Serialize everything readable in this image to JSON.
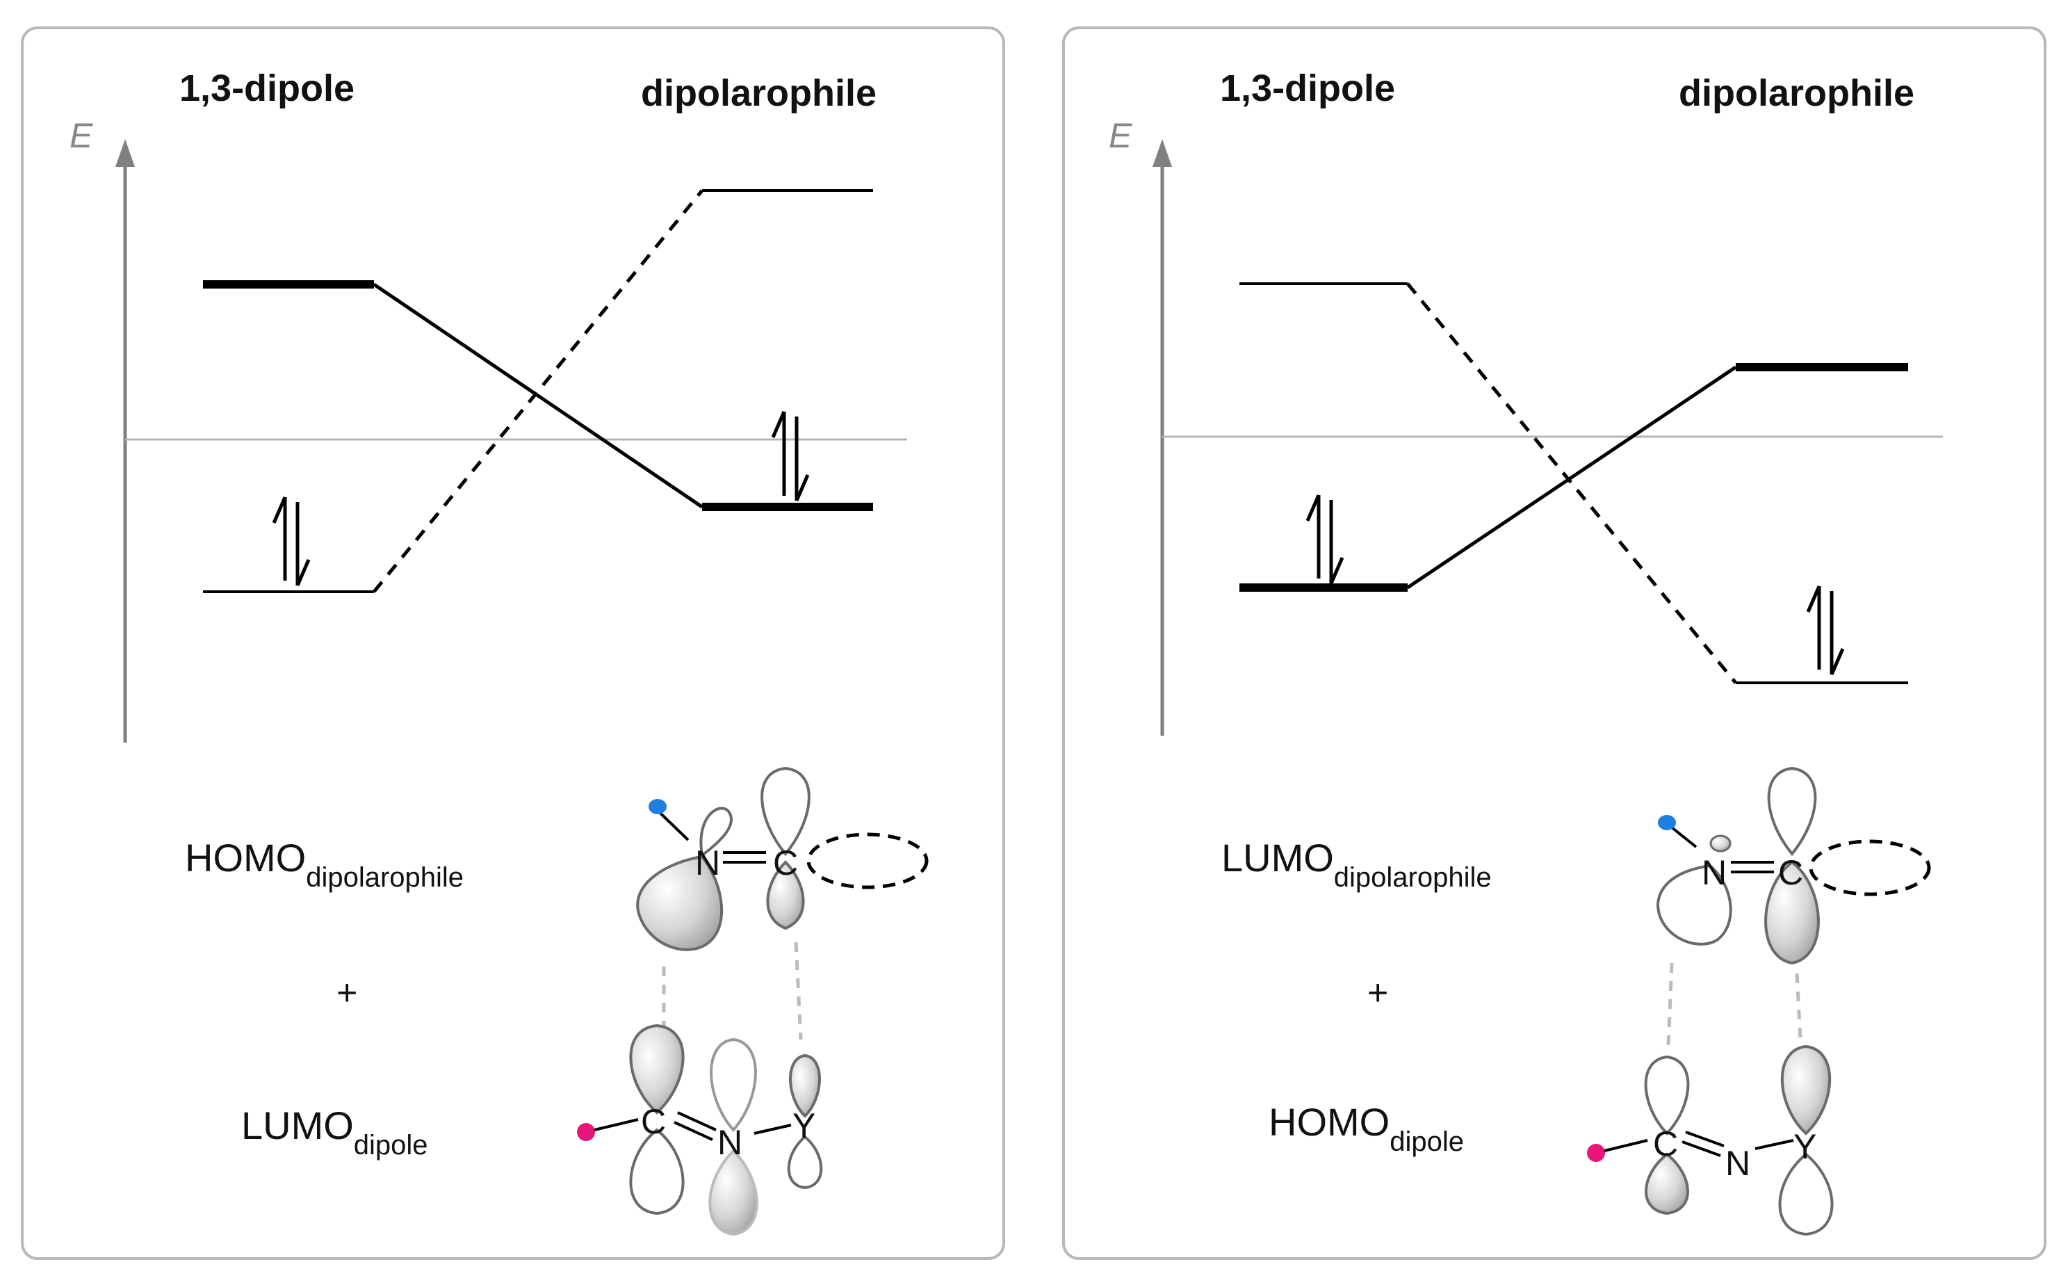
{
  "panels": [
    {
      "id": "left",
      "header_dipole": "1,3-dipole",
      "header_dipolarophile": "dipolarophile",
      "energy_axis_label": "E",
      "plus": "+",
      "top_label": {
        "main": "HOMO",
        "sub": "dipolarophile"
      },
      "bottom_label": {
        "main": "LUMO",
        "sub": "dipole"
      },
      "top_molecule_atoms": [
        "N",
        "C"
      ],
      "bottom_molecule_atoms": [
        "C",
        "N",
        "Y"
      ]
    },
    {
      "id": "right",
      "header_dipole": "1,3-dipole",
      "header_dipolarophile": "dipolarophile",
      "energy_axis_label": "E",
      "plus": "+",
      "top_label": {
        "main": "LUMO",
        "sub": "dipolarophile"
      },
      "bottom_label": {
        "main": "HOMO",
        "sub": "dipole"
      },
      "top_molecule_atoms": [
        "N",
        "C"
      ],
      "bottom_molecule_atoms": [
        "C",
        "N",
        "Y"
      ]
    }
  ],
  "colors": {
    "frame": "#b8b8b8",
    "axis": "#808080",
    "line": "#000000",
    "dashed_link": "#bbbbbb",
    "dot_blue": "#1f7fe0",
    "dot_magenta": "#e8157a",
    "lobe_fill": "#d8d8d8",
    "lobe_stroke": "#6a6a6a"
  }
}
